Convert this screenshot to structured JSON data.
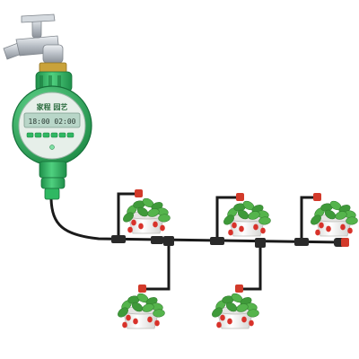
{
  "image": {
    "subject": "garden-drip-irrigation-kit",
    "colors": {
      "background": "#ffffff",
      "timer_body": "#34c26b",
      "timer_dark": "#1f8f4a",
      "lcd": "#b8d6c8",
      "lcd_text": "#2a3a33",
      "pipe": "#1a1a1a",
      "dripper": "#d23a2a",
      "faucet": "#c7ccd2",
      "brass": "#c9a23a",
      "pot": "#f1f1ef",
      "leaf": "#3f9a3a",
      "berry": "#d8322a"
    }
  },
  "timer": {
    "brand": "家程 园艺",
    "lcd_reading": "18:00 02:00"
  },
  "pots": [
    {
      "id": "pot-1"
    },
    {
      "id": "pot-2"
    },
    {
      "id": "pot-3"
    },
    {
      "id": "pot-4"
    },
    {
      "id": "pot-5"
    }
  ]
}
